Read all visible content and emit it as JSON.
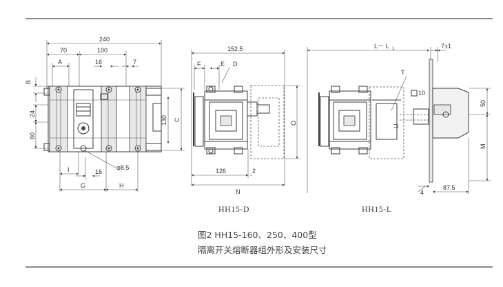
{
  "views": {
    "d_label": "HH15-D",
    "l_label": "HH15-L"
  },
  "caption": {
    "line1": "图2   HH15-160、250、400型",
    "line2": "隔离开关熔断器组外形及安装尺寸"
  },
  "left_view": {
    "dims": {
      "d240": "240",
      "d70": "70",
      "d100": "100",
      "d16a": "16",
      "d7": "7",
      "d130": "130",
      "d24": "24",
      "d80": "80",
      "d16b": "16",
      "d85": "φ8.5"
    },
    "letters": {
      "A": "A",
      "B": "B",
      "C": "C",
      "G": "G",
      "H": "H",
      "I": "I"
    }
  },
  "mid_view": {
    "dims": {
      "d1525": "152.5",
      "d126": "126",
      "d2": "2"
    },
    "letters": {
      "F": "F",
      "E": "E",
      "D": "D",
      "O": "O",
      "N": "N"
    }
  },
  "right_view": {
    "dims": {
      "dLL": "L－ L",
      "dLLsub": "1",
      "d71": "7±1",
      "d10": "10",
      "d50": "50",
      "d875": "87.5",
      "d4": "4"
    },
    "letters": {
      "T": "T",
      "U": "U",
      "M": "M"
    }
  }
}
